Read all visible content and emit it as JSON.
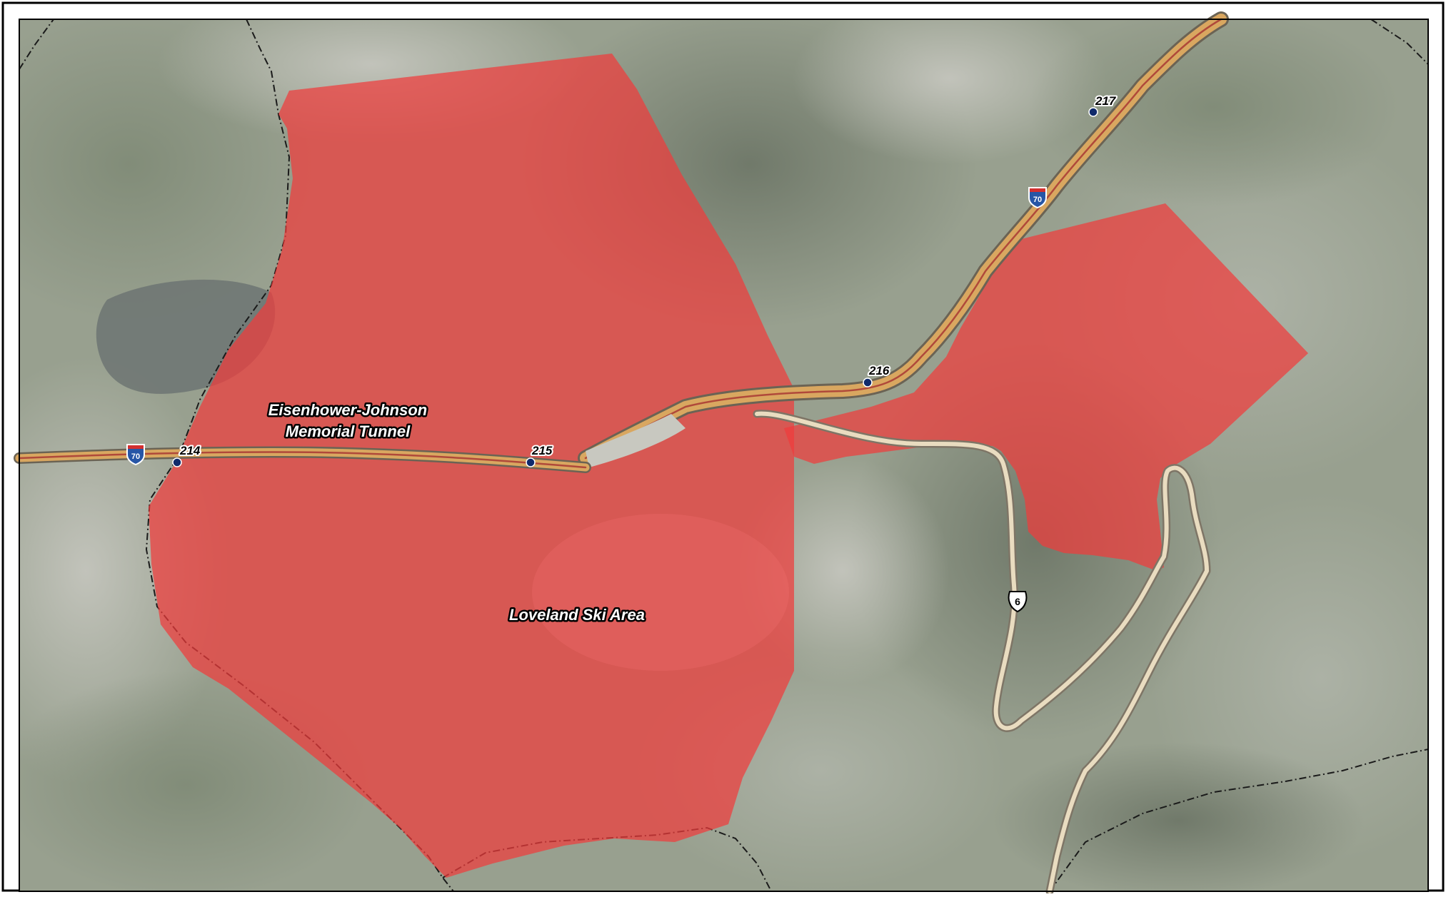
{
  "map": {
    "places": {
      "tunnel_line1": "Eisenhower-Johnson",
      "tunnel_line2": "Memorial Tunnel",
      "ski_area": "Loveland Ski Area"
    },
    "mileposts": [
      "214",
      "215",
      "216",
      "217"
    ],
    "interstate_shields": [
      "70",
      "70"
    ],
    "us_route_shield": "6",
    "colors": {
      "zone_fill": "#f03c3c",
      "highway_fill": "#d9a760",
      "highway_stripe": "#b0493a",
      "road_casing": "#8c7f6a",
      "boundary": "#1a1a1a",
      "milepost_dot": "#0f2a6b",
      "interstate_blue": "#2756a6",
      "interstate_red": "#d32f2f"
    },
    "icons": {
      "milepost": "milepost-dot-icon",
      "interstate": "interstate-shield-icon",
      "us_route": "us-route-shield-icon"
    }
  }
}
